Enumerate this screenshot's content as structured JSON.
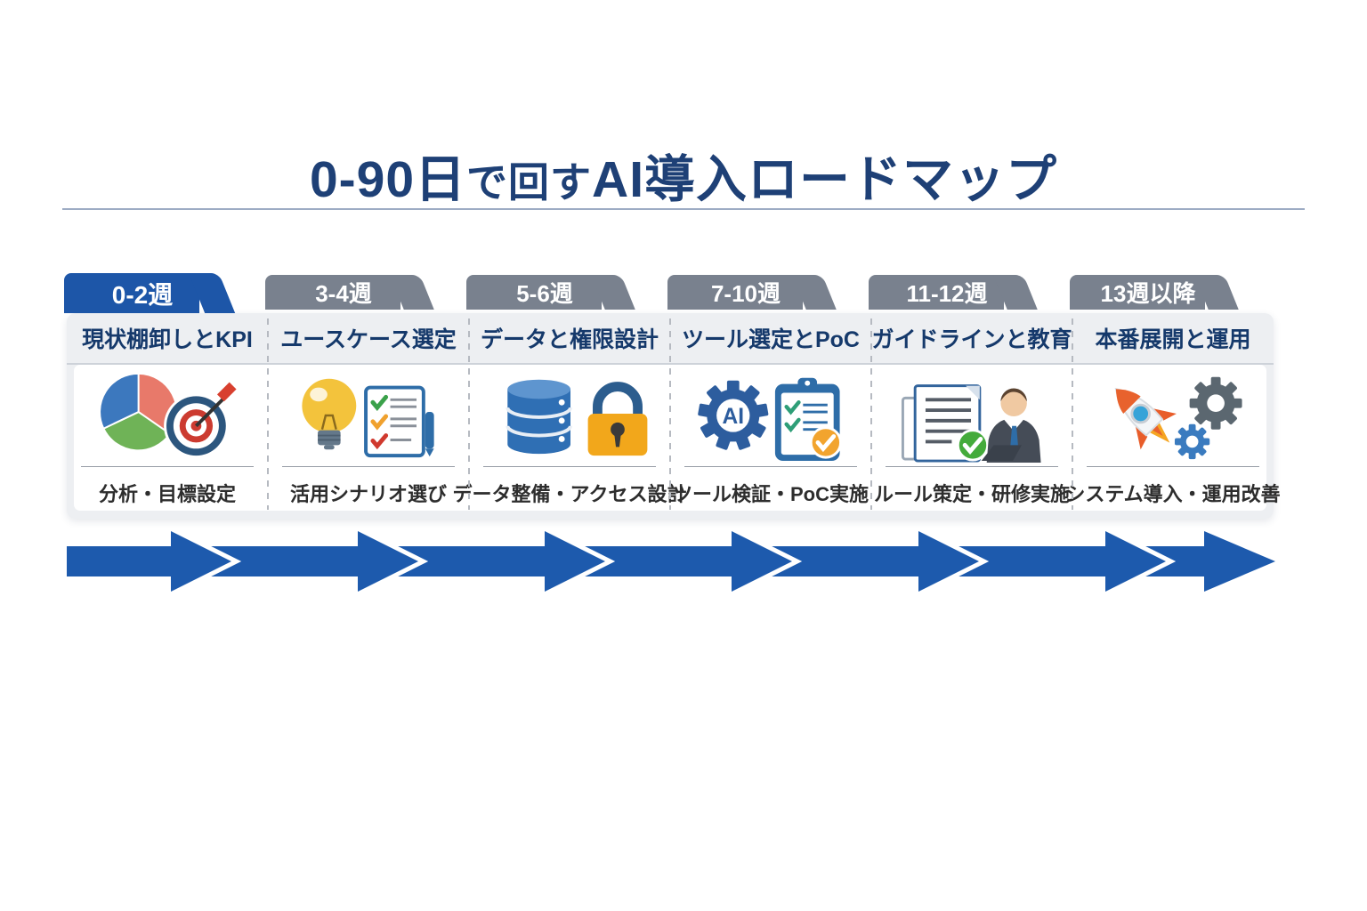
{
  "title": {
    "part1": "0-90日",
    "part2": "で回す",
    "part3": "AI導入ロードマップ"
  },
  "phases": [
    {
      "weeks": "0-2週",
      "active": true,
      "heading": "現状棚卸しとKPI",
      "caption": "分析・目標設定",
      "icon": "pie-chart-target"
    },
    {
      "weeks": "3-4週",
      "active": false,
      "heading": "ユースケース選定",
      "caption": "活用シナリオ選び",
      "icon": "lightbulb-checklist"
    },
    {
      "weeks": "5-6週",
      "active": false,
      "heading": "データと権限設計",
      "caption": "データ整備・アクセス設計",
      "icon": "database-lock"
    },
    {
      "weeks": "7-10週",
      "active": false,
      "heading": "ツール選定とPoC",
      "caption": "ツール検証・PoC実施",
      "icon": "ai-gear-clipboard"
    },
    {
      "weeks": "11-12週",
      "active": false,
      "heading": "ガイドラインと教育",
      "caption": "ルール策定・研修実施",
      "icon": "document-person"
    },
    {
      "weeks": "13週以降",
      "active": false,
      "heading": "本番展開と運用",
      "caption": "システム導入・運用改善",
      "icon": "rocket-gears"
    }
  ],
  "icons": {
    "ai_label": "AI"
  },
  "colors": {
    "accent_blue": "#1d5aad",
    "tab_active_blue": "#1d56a8",
    "tab_gray": "#79818e",
    "title_navy": "#1e4076",
    "heading_navy": "#15396b",
    "card_bg": "#edeff2"
  }
}
